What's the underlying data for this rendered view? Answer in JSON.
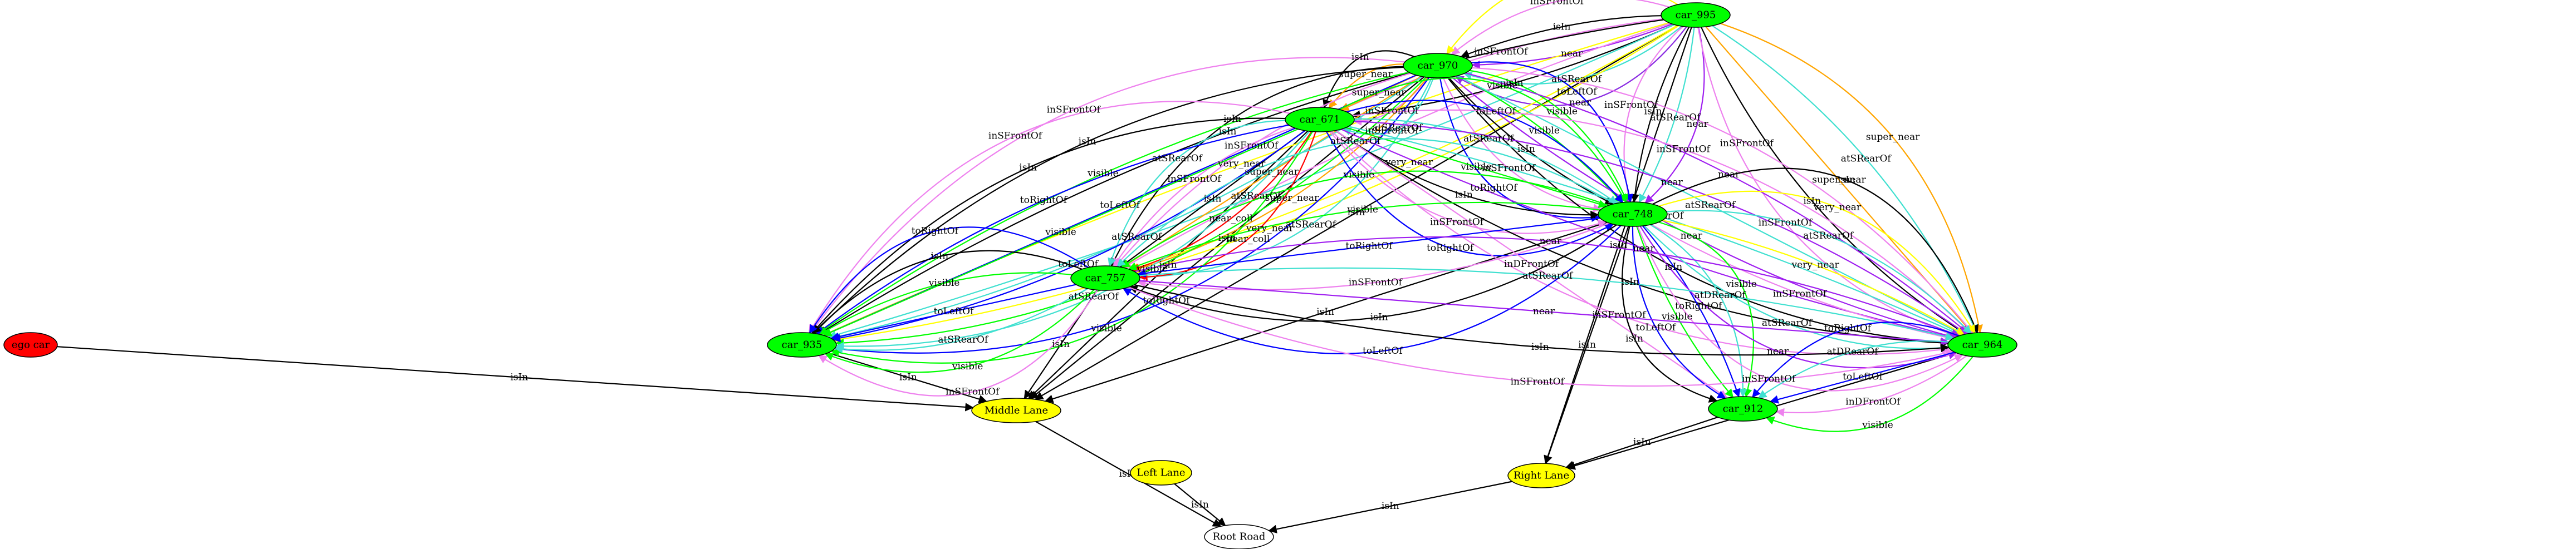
{
  "graph": {
    "nodes": [
      {
        "id": "car_995",
        "label": "car_995",
        "fill": "#00ff00"
      },
      {
        "id": "car_970",
        "label": "car_970",
        "fill": "#00ff00"
      },
      {
        "id": "car_671",
        "label": "car_671",
        "fill": "#00ff00"
      },
      {
        "id": "car_748",
        "label": "car_748",
        "fill": "#00ff00"
      },
      {
        "id": "car_757",
        "label": "car_757",
        "fill": "#00ff00"
      },
      {
        "id": "car_935",
        "label": "car_935",
        "fill": "#00ff00"
      },
      {
        "id": "car_964",
        "label": "car_964",
        "fill": "#00ff00"
      },
      {
        "id": "car_912",
        "label": "car_912",
        "fill": "#00ff00"
      },
      {
        "id": "ego_car",
        "label": "ego car",
        "fill": "#ff0000"
      },
      {
        "id": "middle_lane",
        "label": "Middle Lane",
        "fill": "#ffff00"
      },
      {
        "id": "left_lane",
        "label": "Left Lane",
        "fill": "#ffff00"
      },
      {
        "id": "right_lane",
        "label": "Right Lane",
        "fill": "#ffff00"
      },
      {
        "id": "root_road",
        "label": "Root Road",
        "fill": "#ffffff"
      }
    ],
    "edges": [
      {
        "from": "ego_car",
        "to": "middle_lane",
        "label": "isIn",
        "color": "#000000"
      },
      {
        "from": "car_935",
        "to": "middle_lane",
        "label": "isIn",
        "color": "#000000"
      },
      {
        "from": "car_757",
        "to": "middle_lane",
        "label": "isIn",
        "color": "#000000"
      },
      {
        "from": "car_995",
        "to": "middle_lane",
        "label": "isIn",
        "color": "#000000"
      },
      {
        "from": "car_748",
        "to": "middle_lane",
        "label": "isIn",
        "color": "#000000"
      },
      {
        "from": "car_671",
        "to": "middle_lane",
        "label": "isIn",
        "color": "#000000"
      },
      {
        "from": "car_970",
        "to": "middle_lane",
        "label": "isIn",
        "color": "#000000"
      },
      {
        "from": "middle_lane",
        "to": "root_road",
        "label": "isIn",
        "color": "#000000"
      },
      {
        "from": "left_lane",
        "to": "root_road",
        "label": "isIn",
        "color": "#000000"
      },
      {
        "from": "right_lane",
        "to": "root_road",
        "label": "isIn",
        "color": "#000000"
      },
      {
        "from": "car_964",
        "to": "right_lane",
        "label": "isIn",
        "color": "#000000"
      },
      {
        "from": "car_912",
        "to": "right_lane",
        "label": "isIn",
        "color": "#000000"
      },
      {
        "from": "car_995",
        "to": "right_lane",
        "label": "isIn",
        "color": "#000000"
      },
      {
        "from": "car_748",
        "to": "right_lane",
        "label": "isIn",
        "color": "#000000"
      },
      {
        "from": "car_995",
        "to": "car_970",
        "label": "near",
        "color": "#8a2be2"
      },
      {
        "from": "car_995",
        "to": "car_970",
        "label": "atSRearOf",
        "color": "#40e0d0"
      },
      {
        "from": "car_995",
        "to": "car_970",
        "label": "near",
        "color": "#a020f0"
      },
      {
        "from": "car_995",
        "to": "car_970",
        "label": "isIn",
        "color": "#000000"
      },
      {
        "from": "car_995",
        "to": "car_970",
        "label": "inSFrontOf",
        "color": "#ee82ee"
      },
      {
        "from": "car_995",
        "to": "car_970",
        "label": "very_near",
        "color": "#ffff00"
      },
      {
        "from": "car_995",
        "to": "car_671",
        "label": "isIn",
        "color": "#000000"
      },
      {
        "from": "car_995",
        "to": "car_671",
        "label": "inSFrontOf",
        "color": "#ee82ee"
      },
      {
        "from": "car_995",
        "to": "car_748",
        "label": "near",
        "color": "#a020f0"
      },
      {
        "from": "car_995",
        "to": "car_748",
        "label": "atSRearOf",
        "color": "#40e0d0"
      },
      {
        "from": "car_995",
        "to": "car_748",
        "label": "isIn",
        "color": "#000000"
      },
      {
        "from": "car_995",
        "to": "car_748",
        "label": "inSFrontOf",
        "color": "#ee82ee"
      },
      {
        "from": "car_995",
        "to": "car_964",
        "label": "super_near",
        "color": "#ffa500"
      },
      {
        "from": "car_995",
        "to": "car_964",
        "label": "atSRearOf",
        "color": "#40e0d0"
      },
      {
        "from": "car_995",
        "to": "car_964",
        "label": "super_near",
        "color": "#ffa500"
      },
      {
        "from": "car_995",
        "to": "car_964",
        "label": "isIn",
        "color": "#000000"
      },
      {
        "from": "car_995",
        "to": "car_964",
        "label": "inSFrontOf",
        "color": "#ee82ee"
      },
      {
        "from": "car_995",
        "to": "car_935",
        "label": "very_near",
        "color": "#ffff00"
      },
      {
        "from": "car_995",
        "to": "car_935",
        "label": "atSRearOf",
        "color": "#40e0d0"
      },
      {
        "from": "car_995",
        "to": "car_935",
        "label": "very_near",
        "color": "#ffff00"
      },
      {
        "from": "car_995",
        "to": "car_935",
        "label": "isIn",
        "color": "#000000"
      },
      {
        "from": "car_995",
        "to": "car_757",
        "label": "very_near",
        "color": "#ffff00"
      },
      {
        "from": "car_995",
        "to": "car_757",
        "label": "inSFrontOf",
        "color": "#ee82ee"
      },
      {
        "from": "car_970",
        "to": "car_671",
        "label": "atSRearOf",
        "color": "#40e0d0"
      },
      {
        "from": "car_970",
        "to": "car_671",
        "label": "inSFrontOf",
        "color": "#ee82ee"
      },
      {
        "from": "car_970",
        "to": "car_671",
        "label": "super_near",
        "color": "#ffa500"
      },
      {
        "from": "car_970",
        "to": "car_671",
        "label": "super_near",
        "color": "#ffa500"
      },
      {
        "from": "car_970",
        "to": "car_671",
        "label": "isIn",
        "color": "#000000"
      },
      {
        "from": "car_970",
        "to": "car_757",
        "label": "atSRearOf",
        "color": "#40e0d0"
      },
      {
        "from": "car_970",
        "to": "car_757",
        "label": "super_near",
        "color": "#ffa500"
      },
      {
        "from": "car_970",
        "to": "car_757",
        "label": "super_near",
        "color": "#ffa500"
      },
      {
        "from": "car_970",
        "to": "car_757",
        "label": "inSFrontOf",
        "color": "#ee82ee"
      },
      {
        "from": "car_970",
        "to": "car_757",
        "label": "isIn",
        "color": "#000000"
      },
      {
        "from": "car_970",
        "to": "car_935",
        "label": "toRightOf",
        "color": "#0000ff"
      },
      {
        "from": "car_970",
        "to": "car_935",
        "label": "visible",
        "color": "#00ff00"
      },
      {
        "from": "car_970",
        "to": "car_935",
        "label": "atSRearOf",
        "color": "#40e0d0"
      },
      {
        "from": "car_970",
        "to": "car_935",
        "label": "toLeftOf",
        "color": "#0000ff"
      },
      {
        "from": "car_970",
        "to": "car_935",
        "label": "visible",
        "color": "#00ff00"
      },
      {
        "from": "car_970",
        "to": "car_935",
        "label": "isIn",
        "color": "#000000"
      },
      {
        "from": "car_970",
        "to": "car_935",
        "label": "inSFrontOf",
        "color": "#ee82ee"
      },
      {
        "from": "car_970",
        "to": "car_748",
        "label": "toLeftOf",
        "color": "#0000ff"
      },
      {
        "from": "car_970",
        "to": "car_748",
        "label": "visible",
        "color": "#00ff00"
      },
      {
        "from": "car_970",
        "to": "car_748",
        "label": "visible",
        "color": "#00ff00"
      },
      {
        "from": "car_970",
        "to": "car_748",
        "label": "isIn",
        "color": "#000000"
      },
      {
        "from": "car_970",
        "to": "car_748",
        "label": "inSFrontOf",
        "color": "#ee82ee"
      },
      {
        "from": "car_970",
        "to": "car_748",
        "label": "toRightOf",
        "color": "#0000ff"
      },
      {
        "from": "car_970",
        "to": "car_964",
        "label": "inSFrontOf",
        "color": "#ee82ee"
      },
      {
        "from": "car_970",
        "to": "car_964",
        "label": "near",
        "color": "#a020f0"
      },
      {
        "from": "car_970",
        "to": "car_964",
        "label": "atSRearOf",
        "color": "#40e0d0"
      },
      {
        "from": "car_970",
        "to": "car_964",
        "label": "near",
        "color": "#a020f0"
      },
      {
        "from": "car_970",
        "to": "car_964",
        "label": "isIn",
        "color": "#000000"
      },
      {
        "from": "car_671",
        "to": "car_748",
        "label": "visible",
        "color": "#00ff00"
      },
      {
        "from": "car_671",
        "to": "car_748",
        "label": "toLeftOf",
        "color": "#0000ff"
      },
      {
        "from": "car_671",
        "to": "car_748",
        "label": "atSRearOf",
        "color": "#40e0d0"
      },
      {
        "from": "car_671",
        "to": "car_748",
        "label": "visible",
        "color": "#00ff00"
      },
      {
        "from": "car_671",
        "to": "car_748",
        "label": "isIn",
        "color": "#000000"
      },
      {
        "from": "car_671",
        "to": "car_748",
        "label": "inSFrontOf",
        "color": "#ee82ee"
      },
      {
        "from": "car_671",
        "to": "car_748",
        "label": "toRightOf",
        "color": "#0000ff"
      },
      {
        "from": "car_671",
        "to": "car_757",
        "label": "near_coll",
        "color": "#ff0000"
      },
      {
        "from": "car_671",
        "to": "car_757",
        "label": "near_coll",
        "color": "#ff0000"
      },
      {
        "from": "car_671",
        "to": "car_757",
        "label": "isIn",
        "color": "#000000"
      },
      {
        "from": "car_671",
        "to": "car_757",
        "label": "inSFrontOf",
        "color": "#ee82ee"
      },
      {
        "from": "car_671",
        "to": "car_757",
        "label": "atSRearOf",
        "color": "#40e0d0"
      },
      {
        "from": "car_671",
        "to": "car_935",
        "label": "visible",
        "color": "#00ff00"
      },
      {
        "from": "car_671",
        "to": "car_935",
        "label": "atSRearOf",
        "color": "#40e0d0"
      },
      {
        "from": "car_671",
        "to": "car_935",
        "label": "toLeftOf",
        "color": "#0000ff"
      },
      {
        "from": "car_671",
        "to": "car_935",
        "label": "visible",
        "color": "#00ff00"
      },
      {
        "from": "car_671",
        "to": "car_935",
        "label": "toRightOf",
        "color": "#0000ff"
      },
      {
        "from": "car_671",
        "to": "car_935",
        "label": "isIn",
        "color": "#000000"
      },
      {
        "from": "car_671",
        "to": "car_935",
        "label": "inSFrontOf",
        "color": "#ee82ee"
      },
      {
        "from": "car_671",
        "to": "car_964",
        "label": "inSFrontOf",
        "color": "#ee82ee"
      },
      {
        "from": "car_671",
        "to": "car_964",
        "label": "near",
        "color": "#a020f0"
      },
      {
        "from": "car_671",
        "to": "car_964",
        "label": "atSRearOf",
        "color": "#40e0d0"
      },
      {
        "from": "car_671",
        "to": "car_964",
        "label": "near",
        "color": "#a020f0"
      },
      {
        "from": "car_671",
        "to": "car_964",
        "label": "isIn",
        "color": "#000000"
      },
      {
        "from": "car_671",
        "to": "car_964",
        "label": "inSFrontOf",
        "color": "#ee82ee"
      },
      {
        "from": "car_671",
        "to": "car_912",
        "label": "inDFrontOf",
        "color": "#ee82ee"
      },
      {
        "from": "car_748",
        "to": "car_757",
        "label": "toLeftOf",
        "color": "#0000ff"
      },
      {
        "from": "car_748",
        "to": "car_757",
        "label": "isIn",
        "color": "#000000"
      },
      {
        "from": "car_748",
        "to": "car_757",
        "label": "inSFrontOf",
        "color": "#ee82ee"
      },
      {
        "from": "car_748",
        "to": "car_757",
        "label": "toRightOf",
        "color": "#0000ff"
      },
      {
        "from": "car_748",
        "to": "car_757",
        "label": "visible",
        "color": "#00ff00"
      },
      {
        "from": "car_748",
        "to": "car_757",
        "label": "visible",
        "color": "#00ff00"
      },
      {
        "from": "car_748",
        "to": "car_757",
        "label": "atSRearOf",
        "color": "#40e0d0"
      },
      {
        "from": "car_748",
        "to": "car_964",
        "label": "isIn",
        "color": "#000000"
      },
      {
        "from": "car_748",
        "to": "car_964",
        "label": "very_near",
        "color": "#ffff00"
      },
      {
        "from": "car_748",
        "to": "car_964",
        "label": "atSRearOf",
        "color": "#40e0d0"
      },
      {
        "from": "car_748",
        "to": "car_964",
        "label": "very_near",
        "color": "#ffff00"
      },
      {
        "from": "car_748",
        "to": "car_964",
        "label": "inSFrontOf",
        "color": "#ee82ee"
      },
      {
        "from": "car_748",
        "to": "car_912",
        "label": "visible",
        "color": "#00ff00"
      },
      {
        "from": "car_748",
        "to": "car_912",
        "label": "atDRearOf",
        "color": "#40e0d0"
      },
      {
        "from": "car_748",
        "to": "car_912",
        "label": "toRightOf",
        "color": "#0000ff"
      },
      {
        "from": "car_748",
        "to": "car_912",
        "label": "visible",
        "color": "#00ff00"
      },
      {
        "from": "car_748",
        "to": "car_912",
        "label": "toLeftOf",
        "color": "#0000ff"
      },
      {
        "from": "car_748",
        "to": "car_912",
        "label": "isIn",
        "color": "#000000"
      },
      {
        "from": "car_748",
        "to": "car_964",
        "label": "atSRearOf",
        "color": "#40e0d0"
      },
      {
        "from": "car_748",
        "to": "car_964",
        "label": "near",
        "color": "#a020f0"
      },
      {
        "from": "car_748",
        "to": "car_964",
        "label": "inSFrontOf",
        "color": "#ee82ee"
      },
      {
        "from": "car_757",
        "to": "car_935",
        "label": "inSFrontOf",
        "color": "#ee82ee"
      },
      {
        "from": "car_757",
        "to": "car_935",
        "label": "visible",
        "color": "#00ff00"
      },
      {
        "from": "car_757",
        "to": "car_935",
        "label": "atSRearOf",
        "color": "#40e0d0"
      },
      {
        "from": "car_757",
        "to": "car_935",
        "label": "toLeftOf",
        "color": "#0000ff"
      },
      {
        "from": "car_757",
        "to": "car_935",
        "label": "visible",
        "color": "#00ff00"
      },
      {
        "from": "car_757",
        "to": "car_935",
        "label": "isIn",
        "color": "#000000"
      },
      {
        "from": "car_757",
        "to": "car_935",
        "label": "toRightOf",
        "color": "#0000ff"
      },
      {
        "from": "car_757",
        "to": "car_964",
        "label": "near",
        "color": "#a020f0"
      },
      {
        "from": "car_757",
        "to": "car_964",
        "label": "atSRearOf",
        "color": "#40e0d0"
      },
      {
        "from": "car_757",
        "to": "car_964",
        "label": "near",
        "color": "#a020f0"
      },
      {
        "from": "car_757",
        "to": "car_964",
        "label": "isIn",
        "color": "#000000"
      },
      {
        "from": "car_757",
        "to": "car_964",
        "label": "inSFrontOf",
        "color": "#ee82ee"
      },
      {
        "from": "car_964",
        "to": "car_912",
        "label": "visible",
        "color": "#00ff00"
      },
      {
        "from": "car_964",
        "to": "car_912",
        "label": "inDFrontOf",
        "color": "#ee82ee"
      },
      {
        "from": "car_964",
        "to": "car_912",
        "label": "toLeftOf",
        "color": "#0000ff"
      },
      {
        "from": "car_964",
        "to": "car_912",
        "label": "atDRearOf",
        "color": "#40e0d0"
      },
      {
        "from": "car_964",
        "to": "car_912",
        "label": "toRightOf",
        "color": "#0000ff"
      }
    ]
  }
}
